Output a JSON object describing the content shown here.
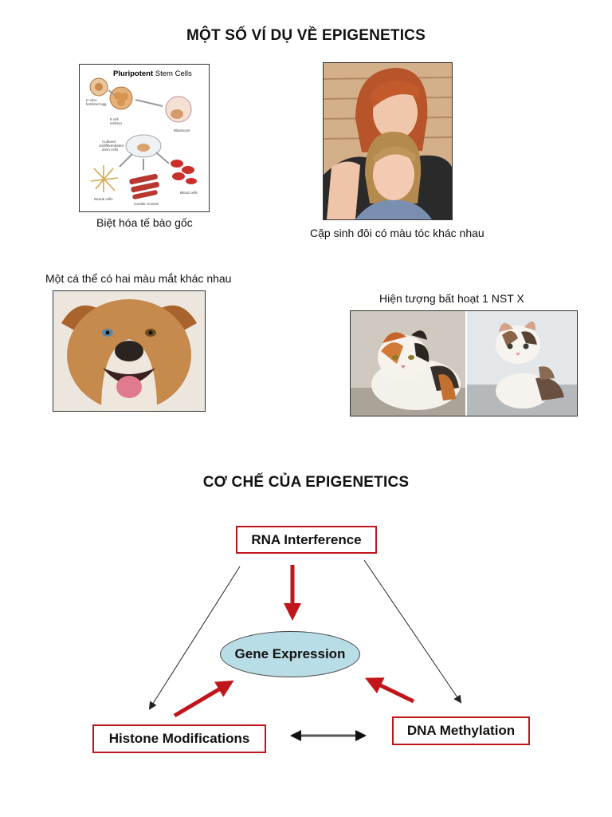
{
  "section1": {
    "title": "MỘT SỐ VÍ DỤ VỀ EPIGENETICS",
    "stem_cells": {
      "caption": "Biệt hóa tế bào gốc",
      "diagram_title_bold": "Pluripotent",
      "diagram_title_rest": " Stem Cells"
    },
    "twins": {
      "caption": "Cặp sinh đôi có màu tóc khác nhau"
    },
    "dog": {
      "caption": "Một cá thể có hai màu mắt khác nhau"
    },
    "cats": {
      "caption": "Hiện tượng bất hoạt 1 NST X"
    }
  },
  "section2": {
    "title": "CƠ CHẾ CỦA EPIGENETICS",
    "diagram": {
      "top": "RNA Interference",
      "center": "Gene Expression",
      "left": "Histone Modifications",
      "right": "DNA Methylation"
    }
  },
  "colors": {
    "box_border": "#c0151b",
    "red_arrow": "#c0151b",
    "ellipse_fill": "#b9dde6",
    "double_arrow": "#555555"
  }
}
